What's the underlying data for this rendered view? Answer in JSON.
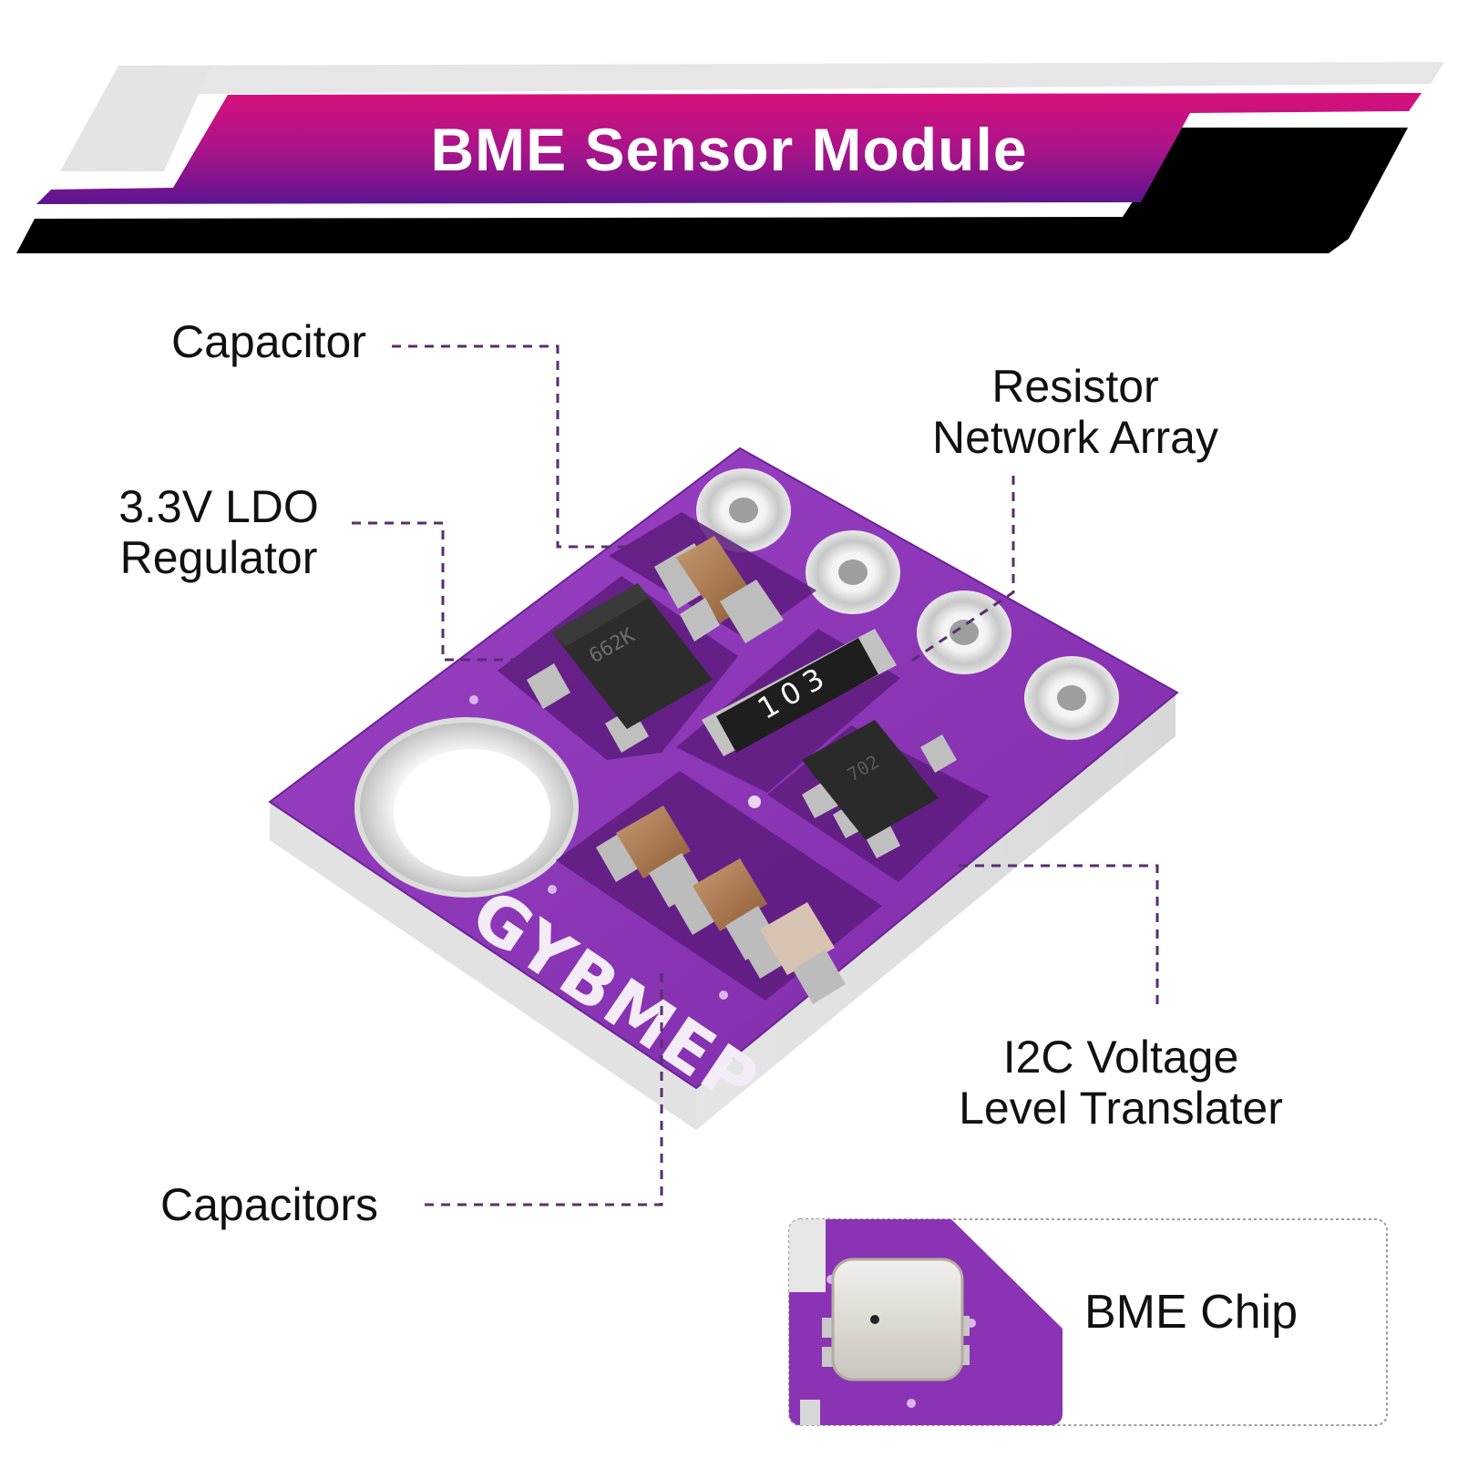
{
  "header": {
    "title": "BME Sensor Module",
    "colors": {
      "magenta": "#d0117e",
      "purple": "#6a1590",
      "black": "#000000",
      "grey": "#e6e6e6"
    }
  },
  "callouts": {
    "capacitor": "Capacitor",
    "resistor_network": [
      "Resistor",
      "Network Array"
    ],
    "ldo_regulator": [
      "3.3V LDO",
      "Regulator"
    ],
    "i2c_translator": [
      "I2C Voltage",
      "Level Translater"
    ],
    "capacitors": "Capacitors",
    "leader_color": "#5a2d6e"
  },
  "board": {
    "silkscreen": "GYBMEP",
    "component_markings": {
      "ldo": "662K",
      "resistor_array": "103",
      "translator": "702"
    },
    "pcb_color": "#8c35b8"
  },
  "inset": {
    "label": "BME Chip"
  }
}
